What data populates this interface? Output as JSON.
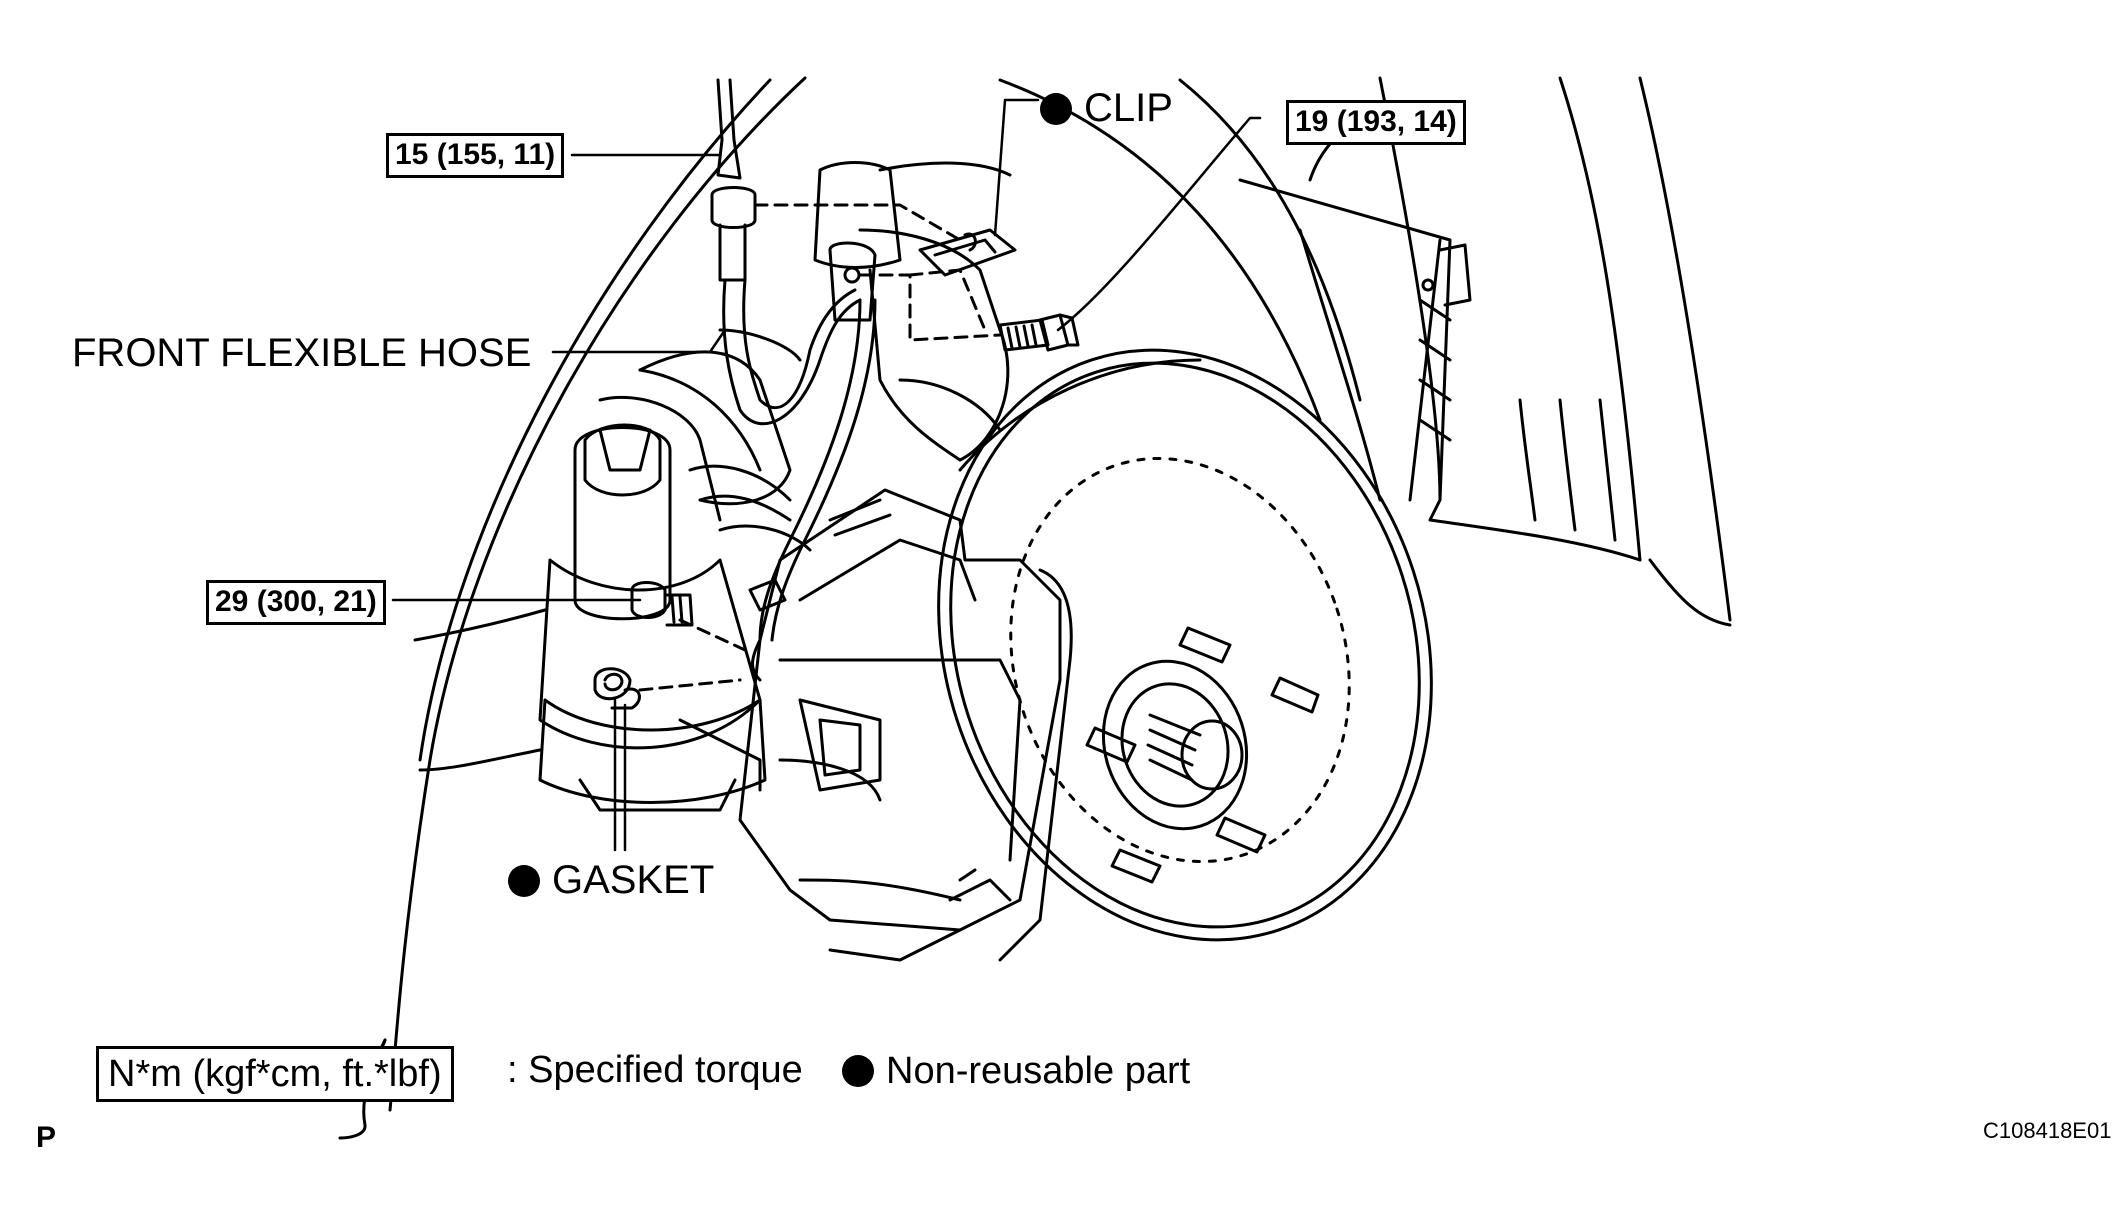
{
  "labels": {
    "torque_hose_union": "15 (155, 11)",
    "torque_clip_bolt": "19 (193, 14)",
    "torque_caliper_bolt": "29 (300, 21)",
    "clip": "CLIP",
    "front_flexible_hose": "FRONT FLEXIBLE HOSE",
    "gasket": "GASKET"
  },
  "legend": {
    "torque_unit": "N*m (kgf*cm, ft.*lbf)",
    "torque_desc": ": Specified torque",
    "nonreusable_desc": "Non-reusable part"
  },
  "corner_mark": "P",
  "figure_code": "C108418E01"
}
